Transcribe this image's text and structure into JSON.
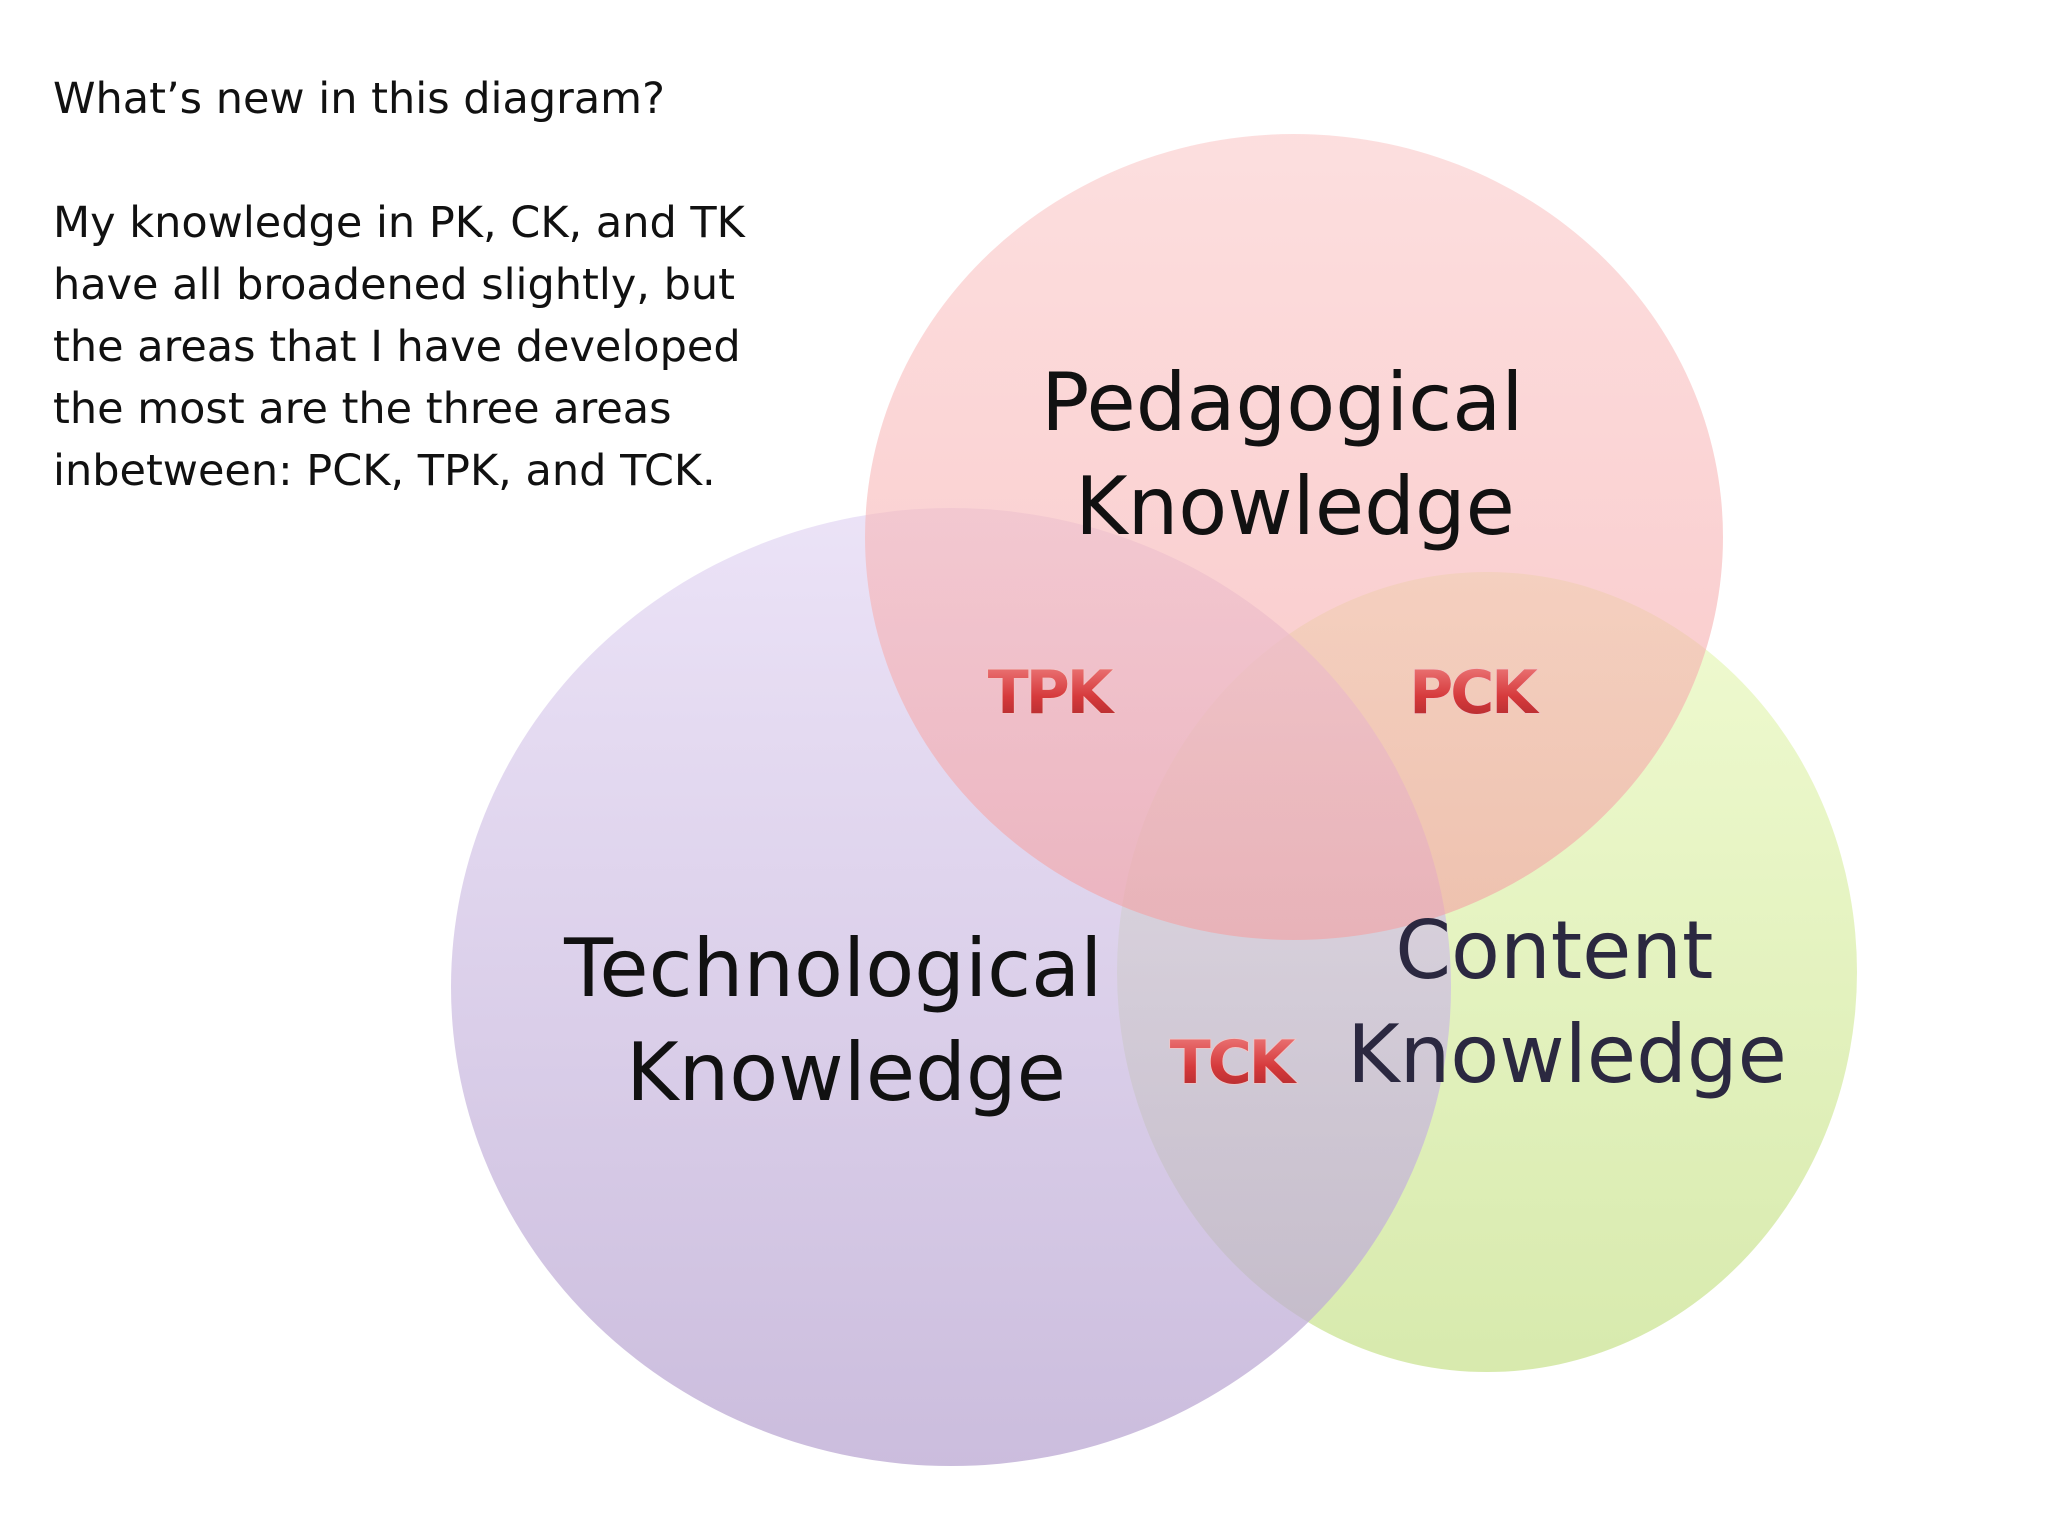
{
  "intro": {
    "question": "What’s new in this diagram?",
    "body_lines": [
      "My knowledge in PK, CK, and TK",
      "have all broadened slightly, but",
      "the areas that I have developed",
      "the most are the three areas",
      "inbetween: PCK, TPK, and TCK."
    ]
  },
  "venn": {
    "circles": {
      "pedagogical": {
        "label_lines": [
          "Pedagogical",
          "Knowledge"
        ],
        "color": "#f7a7a8"
      },
      "technological": {
        "label_lines": [
          "Technological",
          "Knowledge"
        ],
        "color": "#b9a3d2"
      },
      "content": {
        "label_lines": [
          "Content",
          "Knowledge"
        ],
        "color": "#d4e8a4"
      }
    },
    "overlaps": {
      "tpk": "TPK",
      "pck": "PCK",
      "tck": "TCK"
    },
    "overlap_text_color": "#d9393b"
  }
}
